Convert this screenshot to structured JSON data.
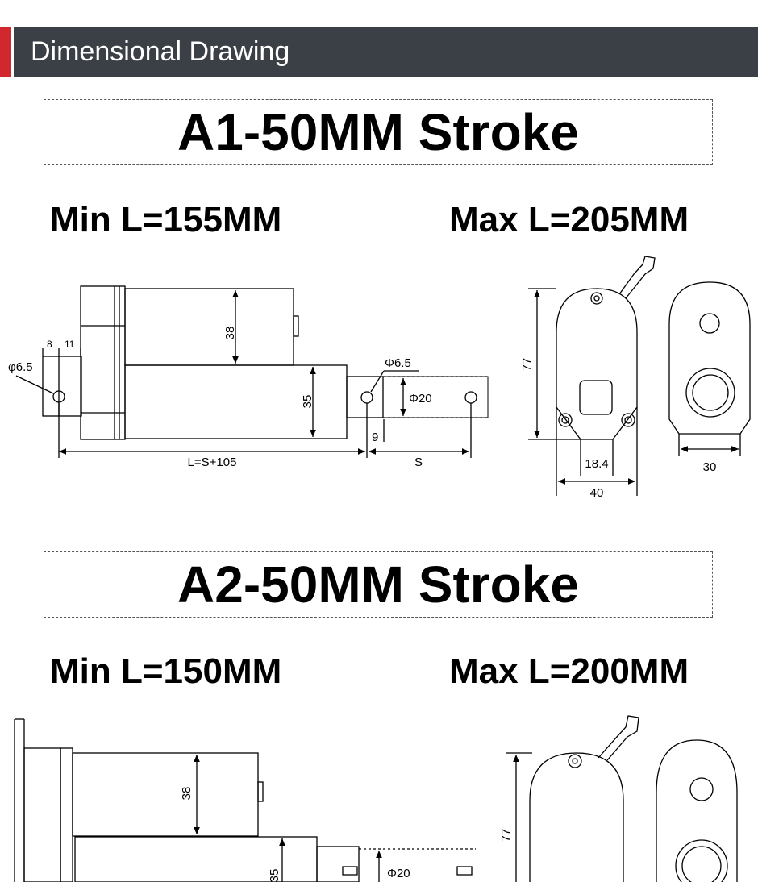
{
  "header": {
    "title": "Dimensional Drawing"
  },
  "sections": [
    {
      "title": "A1-50MM Stroke",
      "min_length": "Min L=155MM",
      "max_length": "Max L=205MM",
      "dims": {
        "motor_h": "38",
        "body_h": "35",
        "hole_left": "φ6.5",
        "d8": "8",
        "d11": "11",
        "hole_right": "Φ6.5",
        "rod": "Φ20",
        "d9": "9",
        "length": "L=S+105",
        "stroke": "S",
        "height": "77",
        "mid": "18.4",
        "width": "40",
        "depth": "30"
      }
    },
    {
      "title": "A2-50MM Stroke",
      "min_length": "Min L=150MM",
      "max_length": "Max L=200MM",
      "dims": {
        "motor_h": "38",
        "body_h": "35",
        "rod": "Φ20",
        "height": "77"
      }
    }
  ]
}
